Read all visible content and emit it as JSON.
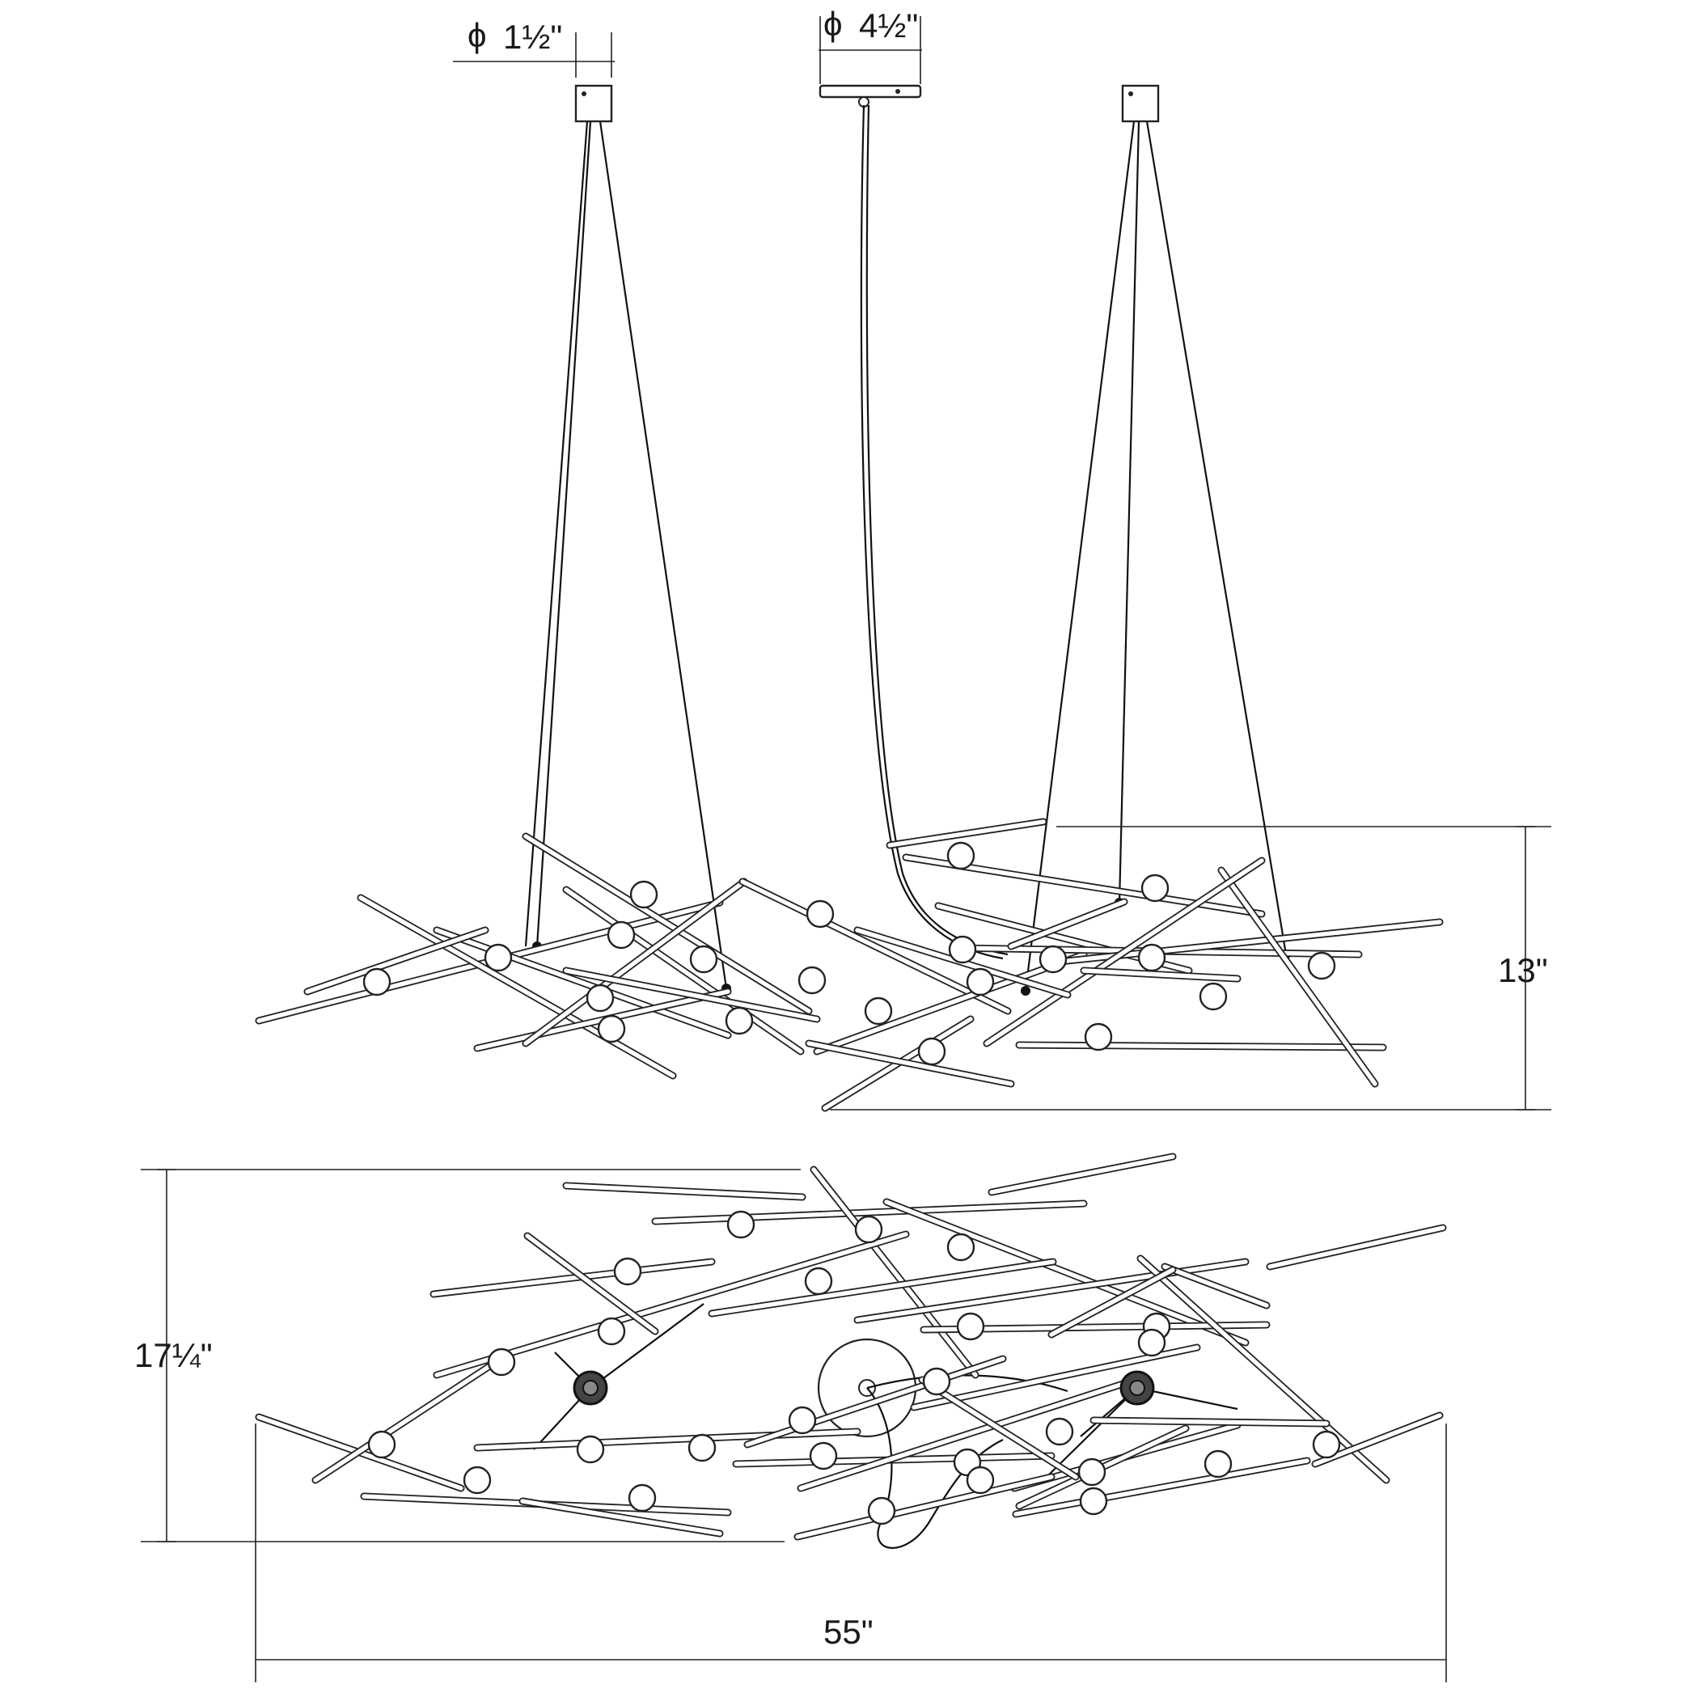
{
  "diagram": {
    "dimensions": {
      "canopy_small": {
        "symbol": "ϕ",
        "value": "1½\""
      },
      "canopy_large": {
        "symbol": "ϕ",
        "value": "4½\""
      },
      "height": "13\"",
      "depth": "17¼\"",
      "width": "55\""
    },
    "colors": {
      "line": "#1a1a1a",
      "background": "#ffffff"
    }
  }
}
